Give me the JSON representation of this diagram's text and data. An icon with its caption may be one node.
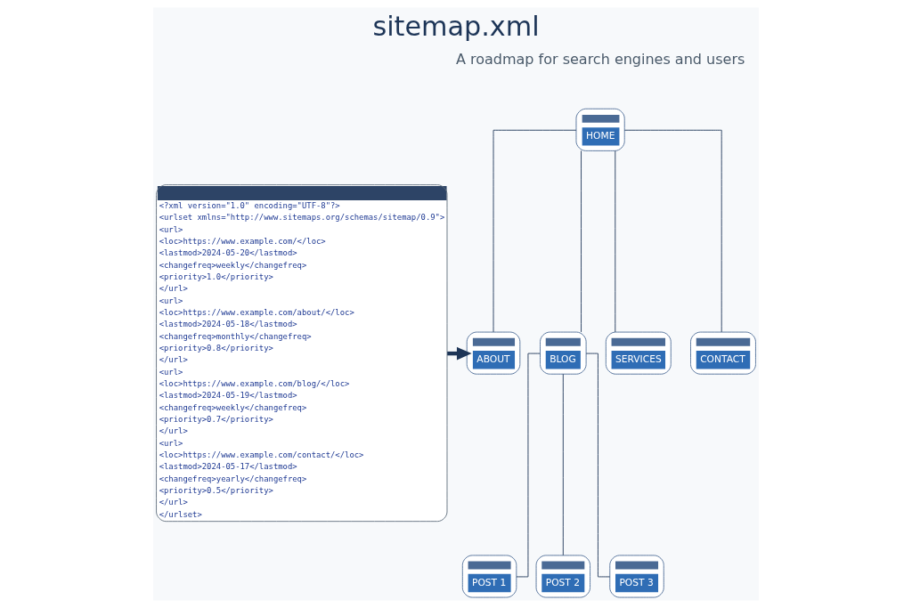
{
  "diagram": {
    "title": "sitemap.xml",
    "nodes": [
      {
        "text": [
          "<?xml version=\"1.0\" encoding=\"UTF-8\"?>",
          "<urlset xmlns=\"http://www.sitemaps.org/schemas/sitemap/0.9\">",
          "<url>",
          "<loc>https://www.example.com/</loc>",
          "<lastmod>2024-05-20</lastmod>",
          "<changefreq>weekly</changefreq>",
          "<priority>1.0</priority>",
          "</url>",
          "<url>",
          "<loc>https://www.example.com/about/</loc>",
          "<lastmod>2024-05-18</lastmod>",
          "<changefreq>monthly</changefreq>",
          "<priority>0.8</priority>",
          "</url>",
          "<url>",
          "<loc>https://www.example.com/blog/</loc>",
          "<lastmod>2024-05-19</lastmod>",
          "<changefreq>weekly</changefreq>",
          "<priority>0.7</priority>",
          "</url>",
          "<url>",
          "<loc>https://www.example.com/contact/</loc>",
          "<lastmod>2024-05-17</lastmod>",
          "<changefreq>yearly</changefreq>",
          "<priority>0.5</priority>",
          "</url>",
          "</urlset>"
        ]
      },
      {
        "text": [
          "HOME"
        ]
      },
      {
        "text": [
          "ABOUT"
        ]
      },
      {
        "text": [
          "BLOG"
        ]
      },
      {
        "text": [
          "SERVICES"
        ]
      },
      {
        "text": [
          "CONTACT"
        ]
      },
      {
        "text": [
          "POST 1"
        ]
      },
      {
        "text": [
          "POST 2"
        ]
      },
      {
        "text": [
          "POST 3"
        ]
      }
    ],
    "edges": [
      {
        "from": 0,
        "to": 2,
        "arrow": "to",
        "style": "thick"
      },
      {
        "from": 1,
        "to": 2,
        "arrow": "none"
      },
      {
        "from": 1,
        "to": 3,
        "arrow": "none"
      },
      {
        "from": 1,
        "to": 4,
        "arrow": "none"
      },
      {
        "from": 1,
        "to": 5,
        "arrow": "none"
      },
      {
        "from": 3,
        "to": 6,
        "arrow": "none"
      },
      {
        "from": 3,
        "to": 7,
        "arrow": "none"
      },
      {
        "from": 3,
        "to": 8,
        "arrow": "none"
      }
    ],
    "labels": [
      "A roadmap for search engines and users"
    ]
  }
}
